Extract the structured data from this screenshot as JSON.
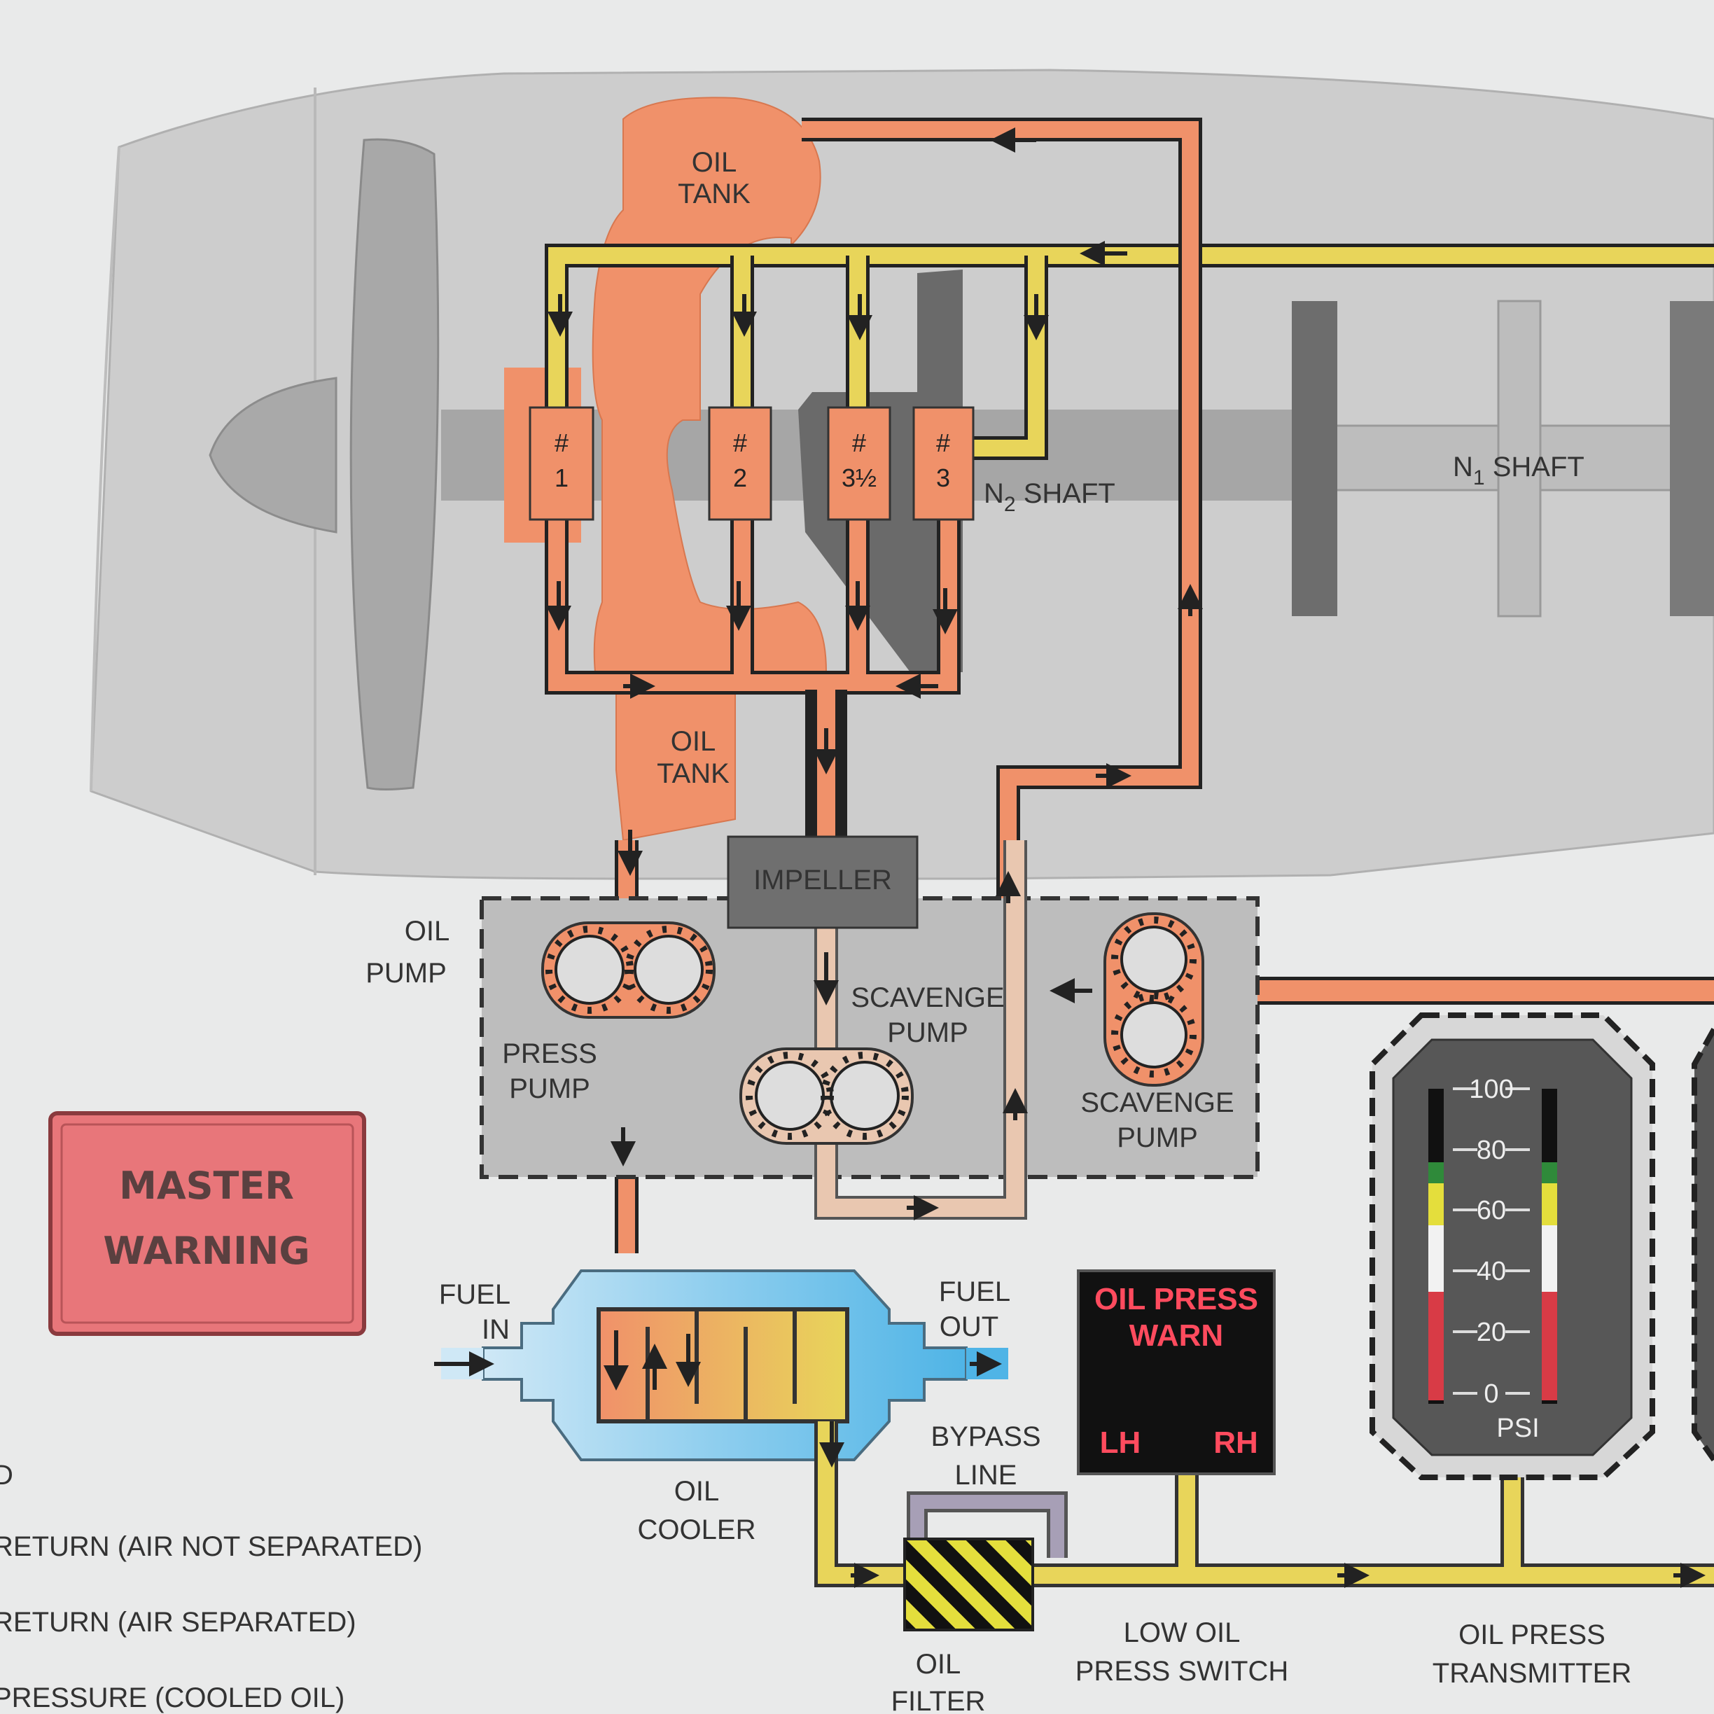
{
  "colors": {
    "hot_oil": "#f0916a",
    "pressure_oil": "#e8d55a",
    "scavenge_air_separated": "#e9c7b0",
    "engine_body": "#c9c9c9",
    "shaft": "#a9a9a9",
    "dark_gray": "#6f6f6f",
    "fuel": "#7fc6ea",
    "warning_red": "#ff4b5e",
    "master_warning": "#e8767a",
    "psi_blue": "#46a0e0"
  },
  "labels": {
    "oil_tank_top": [
      "OIL",
      "TANK"
    ],
    "oil_tank_bottom": [
      "OIL",
      "TANK"
    ],
    "impeller": "IMPELLER",
    "oil_pump": [
      "OIL",
      "PUMP"
    ],
    "press_pump": [
      "PRESS",
      "PUMP"
    ],
    "scavenge_pump_center": [
      "SCAVENGE",
      "PUMP"
    ],
    "scavenge_pump_right": [
      "SCAVENGE",
      "PUMP"
    ],
    "fuel_in": [
      "FUEL",
      "IN"
    ],
    "fuel_out": [
      "FUEL",
      "OUT"
    ],
    "oil_cooler": [
      "OIL",
      "COOLER"
    ],
    "bypass_line": [
      "BYPASS",
      "LINE"
    ],
    "oil_filter": [
      "OIL",
      "FILTER"
    ],
    "low_oil_press_switch": [
      "LOW OIL",
      "PRESS SWITCH"
    ],
    "oil_press_transmitter": [
      "OIL PRESS",
      "TRANSMITTER"
    ],
    "n2_shaft": {
      "main": "N",
      "sub": "2",
      "rest": " SHAFT"
    },
    "n1_shaft": {
      "main": "N",
      "sub": "1",
      "rest": " SHAFT"
    }
  },
  "bearings": [
    {
      "hash": "#",
      "num": "1"
    },
    {
      "hash": "#",
      "num": "2"
    },
    {
      "hash": "#",
      "num": "3½"
    },
    {
      "hash": "#",
      "num": "3"
    }
  ],
  "master_warning": [
    "MASTER",
    "WARNING"
  ],
  "oil_press_warn": {
    "title": [
      "OIL PRESS",
      "WARN"
    ],
    "left": "LH",
    "right": "RH"
  },
  "gauge": {
    "ticks": [
      "100",
      "80",
      "60",
      "40",
      "20",
      "0"
    ],
    "unit": "PSI"
  },
  "legend": {
    "partial_heading": "D",
    "items": [
      "RETURN (AIR NOT SEPARATED)",
      "RETURN (AIR SEPARATED)",
      "PRESSURE (COOLED OIL)"
    ]
  }
}
